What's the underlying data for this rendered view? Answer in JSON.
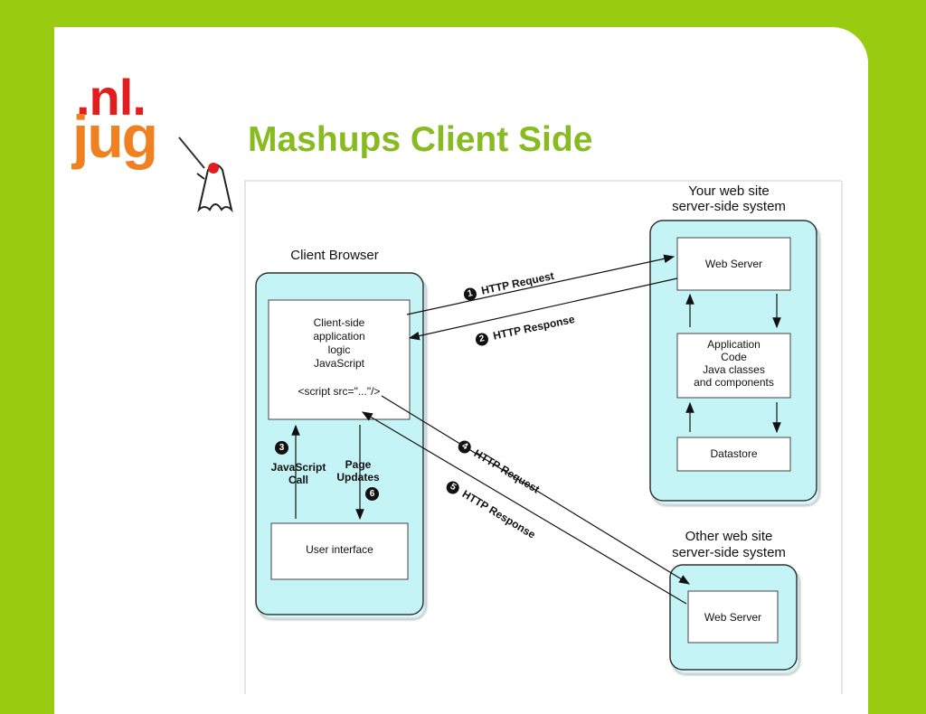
{
  "slide": {
    "title": "Mashups Client Side"
  },
  "logo": {
    "top": ".nl.",
    "bottom": "jug"
  },
  "diagram": {
    "client_browser": {
      "label": "Client Browser",
      "app_box": [
        "Client-side",
        "application",
        "logic",
        "JavaScript",
        "<script src=\"...\"/>"
      ],
      "ui_box": "User interface",
      "js_call": {
        "num": "3",
        "line1": "JavaScript",
        "line2": "Call"
      },
      "page_updates": {
        "num": "6",
        "line1": "Page",
        "line2": "Updates"
      }
    },
    "your_site": {
      "label_line1": "Your web site",
      "label_line2": "server-side system",
      "web_server": "Web Server",
      "app_code": [
        "Application",
        "Code",
        "Java classes",
        "and components"
      ],
      "datastore": "Datastore"
    },
    "other_site": {
      "label_line1": "Other web site",
      "label_line2": "server-side system",
      "web_server": "Web Server"
    },
    "arrows": [
      {
        "num": "1",
        "label": "HTTP Request"
      },
      {
        "num": "2",
        "label": "HTTP Response"
      },
      {
        "num": "4",
        "label": "HTTP Request"
      },
      {
        "num": "5",
        "label": "HTTP Response"
      }
    ],
    "colors": {
      "panel": "#c4f4f6",
      "panel_stroke": "#555555",
      "background": "#99cc11",
      "title": "#88bb22"
    }
  }
}
